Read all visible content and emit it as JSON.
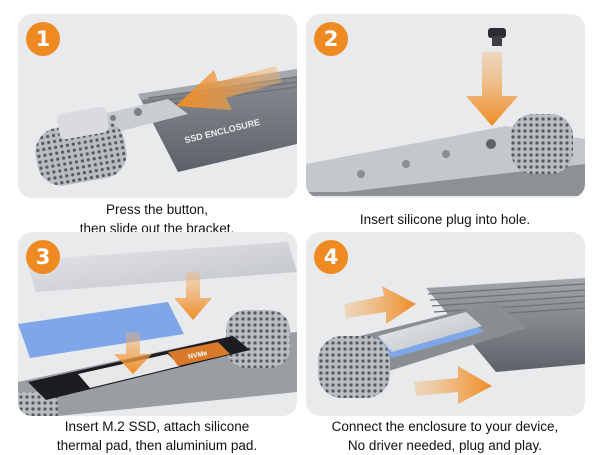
{
  "steps": [
    {
      "number": "1",
      "lines": [
        "Press the button,",
        "then slide out the bracket."
      ],
      "engraving": "SSD ENCLOSURE"
    },
    {
      "number": "2",
      "lines": [
        "Insert silicone plug into hole."
      ]
    },
    {
      "number": "3",
      "lines": [
        "Insert M.2 SSD, attach silicone",
        "thermal pad, then aluminium pad."
      ],
      "ssd_label": "NVMe"
    },
    {
      "number": "4",
      "lines": [
        "Connect the enclosure to your device,",
        "No driver needed, plug and play."
      ]
    }
  ],
  "colors": {
    "accent": "#ef8a22",
    "panel_bg": "#e9eaec",
    "thermal_pad": "#7fa6e8",
    "aluminium": "#d2d4d8"
  }
}
